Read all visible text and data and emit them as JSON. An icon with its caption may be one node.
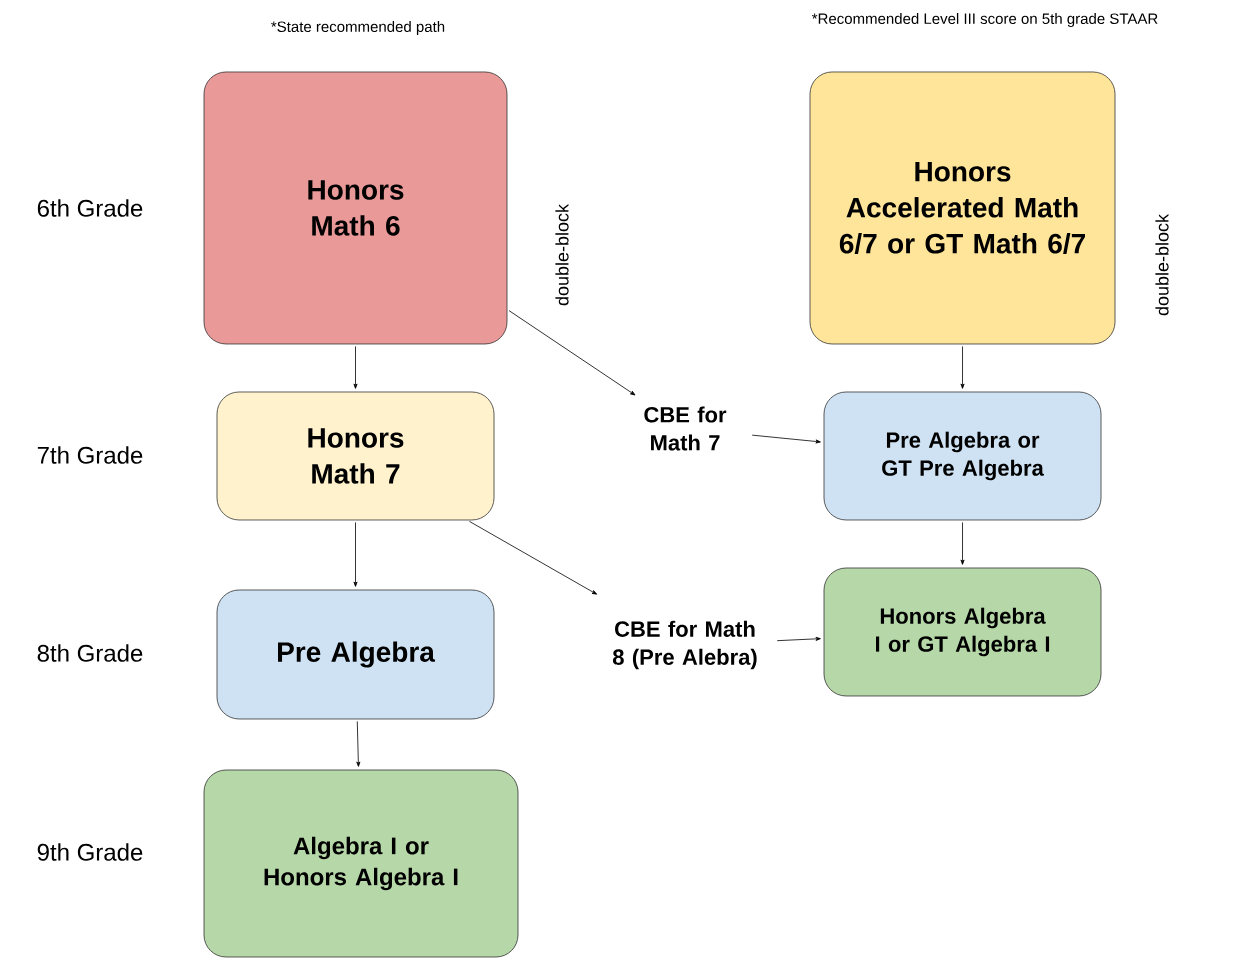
{
  "diagram": {
    "nodes": [
      {
        "text": [
          "Honors Math 6"
        ]
      },
      {
        "text": [
          "Honors Math 7"
        ]
      },
      {
        "text": [
          "Pre Algebra"
        ]
      },
      {
        "text": [
          "Algebra I or Honors Algebra I"
        ]
      },
      {
        "text": [
          "Honors Accelerated Math 6/7 or GT Math 6/7"
        ]
      },
      {
        "text": [
          "Pre Algebra or GT Pre Algebra"
        ]
      },
      {
        "text": [
          "Honors Algebra I or GT Algebra I"
        ]
      },
      {
        "text": [
          "CBE for Math 7"
        ]
      },
      {
        "text": [
          "CBE for Math 8 (Pre Alebra)"
        ]
      }
    ],
    "edges": [
      {
        "from": 0,
        "to": 1,
        "arrow": "to"
      },
      {
        "from": 1,
        "to": 2,
        "arrow": "to"
      },
      {
        "from": 2,
        "to": 3,
        "arrow": "to"
      },
      {
        "from": 0,
        "to": 7,
        "arrow": "to"
      },
      {
        "from": 7,
        "to": 5,
        "arrow": "to"
      },
      {
        "from": 4,
        "to": 5,
        "arrow": "to"
      },
      {
        "from": 5,
        "to": 6,
        "arrow": "to"
      },
      {
        "from": 1,
        "to": 8,
        "arrow": "to"
      },
      {
        "from": 8,
        "to": 6,
        "arrow": "to"
      }
    ],
    "labels": [
      "*State recommended path",
      "*Recommended Level III score on 5th grade STAAR",
      "6th Grade",
      "double-block",
      "double-block",
      "7th Grade",
      "8th Grade",
      "9th Grade"
    ]
  }
}
